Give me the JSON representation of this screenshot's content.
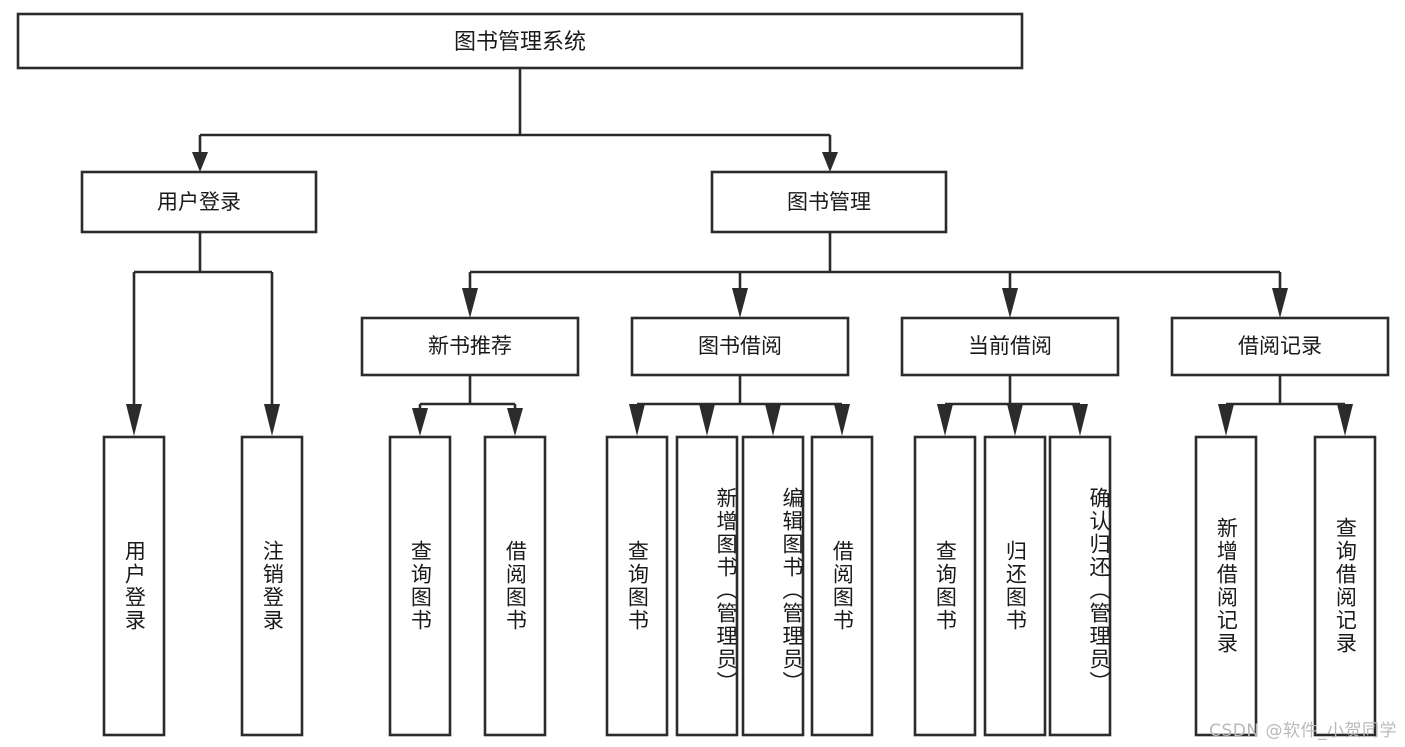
{
  "diagram": {
    "type": "tree-hierarchy",
    "title": "图书管理系统",
    "watermark": "CSDN @软件_小贺同学",
    "nodes": {
      "root": {
        "label": "图书管理系统"
      },
      "level2": [
        {
          "id": "user-login",
          "label": "用户登录"
        },
        {
          "id": "book-manage",
          "label": "图书管理"
        }
      ],
      "level3": [
        {
          "id": "new-book-recommend",
          "label": "新书推荐",
          "parent": "book-manage"
        },
        {
          "id": "book-borrow",
          "label": "图书借阅",
          "parent": "book-manage"
        },
        {
          "id": "current-borrow",
          "label": "当前借阅",
          "parent": "book-manage"
        },
        {
          "id": "borrow-record",
          "label": "借阅记录",
          "parent": "book-manage"
        }
      ],
      "leaves": [
        {
          "id": "leaf-user-login",
          "label": "用户登录",
          "parent": "user-login"
        },
        {
          "id": "leaf-logout",
          "label": "注销登录",
          "parent": "user-login"
        },
        {
          "id": "leaf-query-book-1",
          "label": "查询图书",
          "parent": "new-book-recommend"
        },
        {
          "id": "leaf-borrow-book-1",
          "label": "借阅图书",
          "parent": "new-book-recommend"
        },
        {
          "id": "leaf-query-book-2",
          "label": "查询图书",
          "parent": "book-borrow"
        },
        {
          "id": "leaf-add-book",
          "label": "新增图书（管理员）",
          "parent": "book-borrow"
        },
        {
          "id": "leaf-edit-book",
          "label": "编辑图书（管理员）",
          "parent": "book-borrow"
        },
        {
          "id": "leaf-borrow-book-2",
          "label": "借阅图书",
          "parent": "book-borrow"
        },
        {
          "id": "leaf-query-book-3",
          "label": "查询图书",
          "parent": "current-borrow"
        },
        {
          "id": "leaf-return-book",
          "label": "归还图书",
          "parent": "current-borrow"
        },
        {
          "id": "leaf-confirm-return",
          "label": "确认归还（管理员）",
          "parent": "current-borrow"
        },
        {
          "id": "leaf-add-record",
          "label": "新增借阅记录",
          "parent": "borrow-record"
        },
        {
          "id": "leaf-query-record",
          "label": "查询借阅记录",
          "parent": "borrow-record"
        }
      ]
    },
    "colors": {
      "box_stroke": "#2b2b2b",
      "box_fill": "#ffffff",
      "text": "#1a1a1a",
      "connector": "#2b2b2b",
      "watermark": "#b9b9b9",
      "background": "#ffffff"
    }
  }
}
